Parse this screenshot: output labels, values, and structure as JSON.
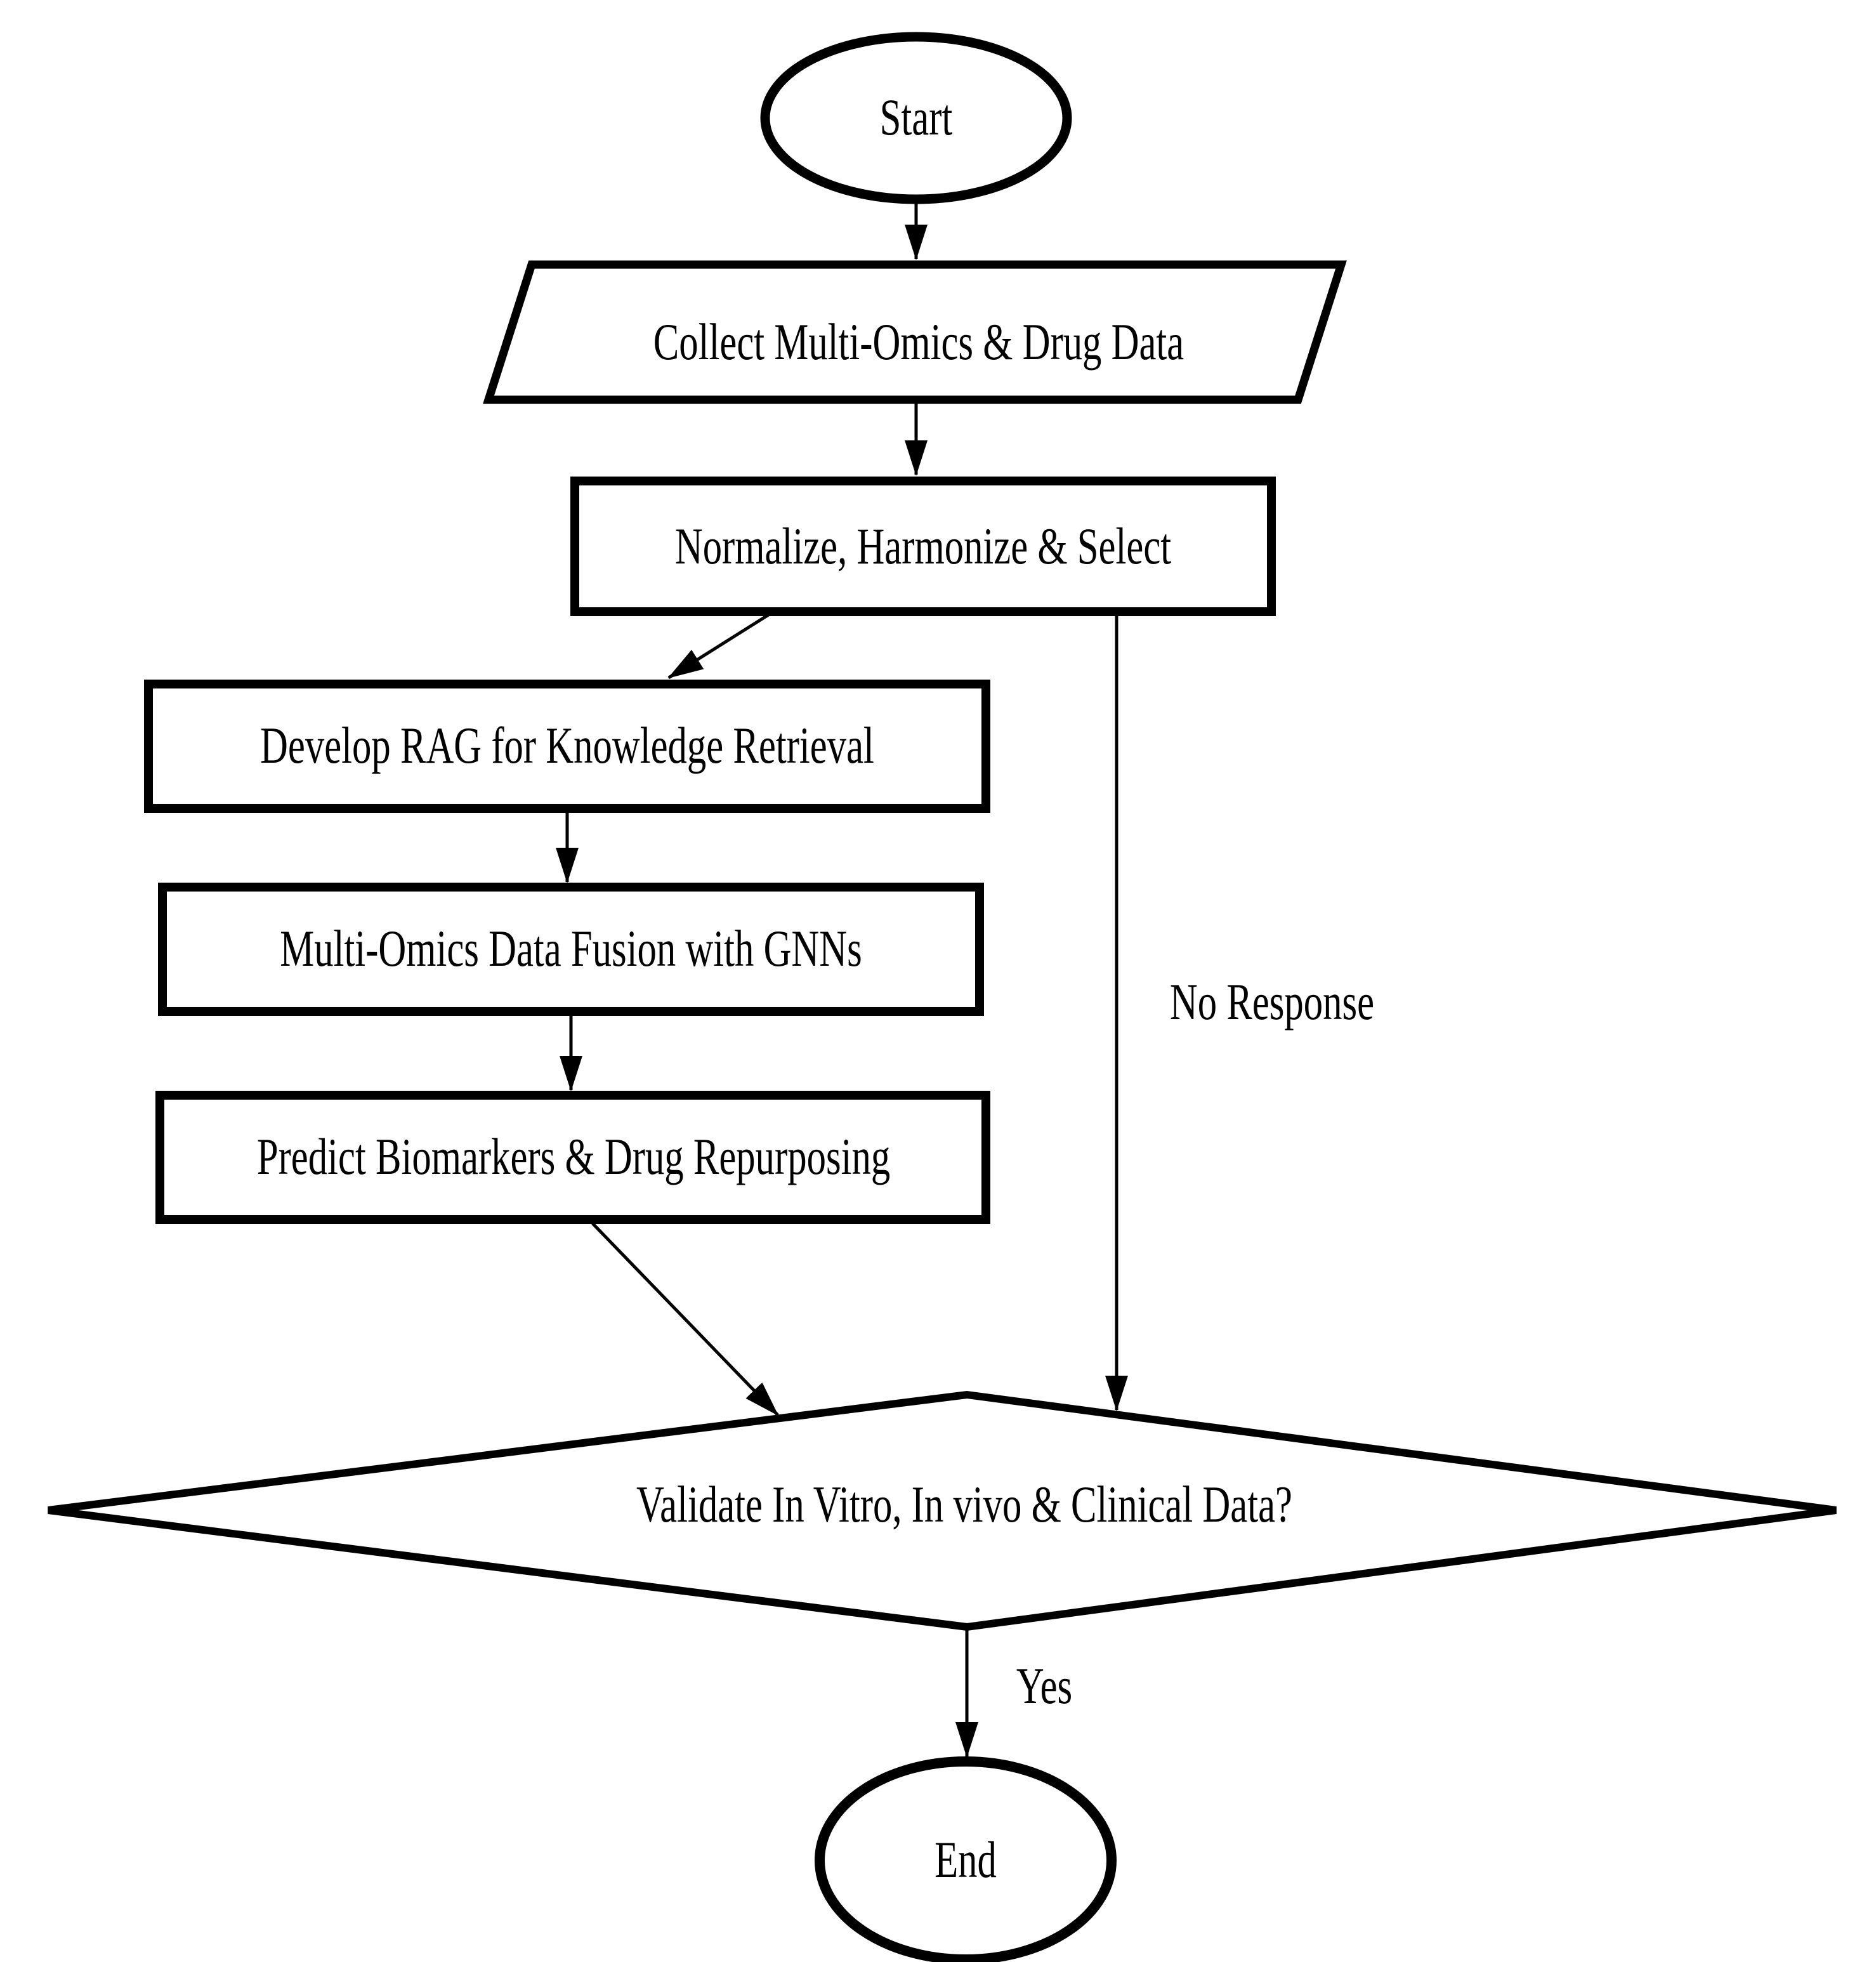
{
  "page": {
    "background": "#ffffff",
    "ink": "#000000"
  },
  "flowchart": {
    "nodes": {
      "start": {
        "shape": "oval",
        "label": "Start"
      },
      "collect": {
        "shape": "parallelogram",
        "label": "Collect Multi-Omics & Drug Data"
      },
      "normalize": {
        "shape": "rectangle",
        "label": "Normalize, Harmonize & Select"
      },
      "rag": {
        "shape": "rectangle",
        "label": "Develop RAG for Knowledge Retrieval"
      },
      "fusion": {
        "shape": "rectangle",
        "label": "Multi-Omics Data Fusion with GNNs"
      },
      "predict": {
        "shape": "rectangle",
        "label": "Predict Biomarkers & Drug Repurposing"
      },
      "validate": {
        "shape": "diamond",
        "label": "Validate In Vitro, In vivo & Clinical Data?"
      },
      "end": {
        "shape": "oval",
        "label": "End"
      }
    },
    "edges": [
      {
        "from": "start",
        "to": "collect",
        "label": ""
      },
      {
        "from": "collect",
        "to": "normalize",
        "label": ""
      },
      {
        "from": "normalize",
        "to": "rag",
        "label": ""
      },
      {
        "from": "normalize",
        "to": "validate",
        "label": "No Response"
      },
      {
        "from": "rag",
        "to": "fusion",
        "label": ""
      },
      {
        "from": "fusion",
        "to": "predict",
        "label": ""
      },
      {
        "from": "predict",
        "to": "validate",
        "label": ""
      },
      {
        "from": "validate",
        "to": "end",
        "label": "Yes"
      }
    ],
    "edge_labels": {
      "no_response": "No Response",
      "yes": "Yes"
    }
  }
}
